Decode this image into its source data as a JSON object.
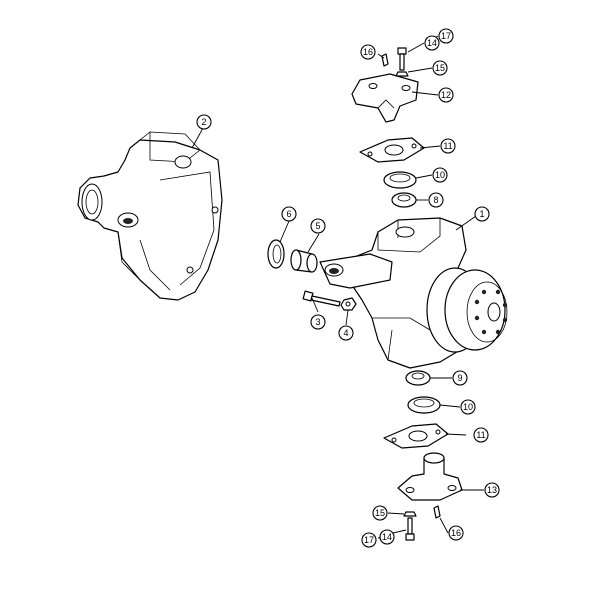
{
  "diagram": {
    "callouts": [
      {
        "id": "c1",
        "label": "1"
      },
      {
        "id": "c2",
        "label": "2"
      },
      {
        "id": "c3",
        "label": "3"
      },
      {
        "id": "c4",
        "label": "4"
      },
      {
        "id": "c5",
        "label": "5"
      },
      {
        "id": "c6",
        "label": "6"
      },
      {
        "id": "c7",
        "label": "8"
      },
      {
        "id": "c8",
        "label": "9"
      },
      {
        "id": "c9",
        "label": "10"
      },
      {
        "id": "c10",
        "label": "10"
      },
      {
        "id": "c11",
        "label": "11"
      },
      {
        "id": "c12",
        "label": "11"
      },
      {
        "id": "c13",
        "label": "12"
      },
      {
        "id": "c14",
        "label": "13"
      },
      {
        "id": "c15",
        "label": "14"
      },
      {
        "id": "c16",
        "label": "14"
      },
      {
        "id": "c17",
        "label": "15"
      },
      {
        "id": "c18",
        "label": "15"
      },
      {
        "id": "c19",
        "label": "16"
      },
      {
        "id": "c20",
        "label": "16"
      },
      {
        "id": "c21",
        "label": "17"
      },
      {
        "id": "c22",
        "label": "17"
      }
    ]
  }
}
